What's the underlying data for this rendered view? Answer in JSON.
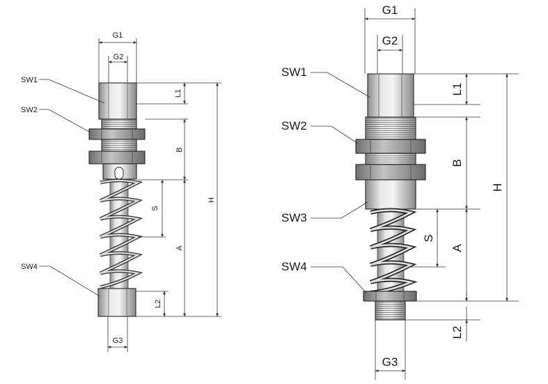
{
  "small_view": {
    "G1": "G1",
    "G2": "G2",
    "G3": "G3",
    "SW1": "SW1",
    "SW2": "SW2",
    "SW4": "SW4",
    "L1": "L1",
    "L2": "L2",
    "B": "B",
    "S": "S",
    "A": "A",
    "H": "H"
  },
  "large_view": {
    "G1": "G1",
    "G2": "G2",
    "G3": "G3",
    "SW1": "SW1",
    "SW2": "SW2",
    "SW3": "SW3",
    "SW4": "SW4",
    "L1": "L1",
    "L2": "L2",
    "B": "B",
    "S": "S",
    "A": "A",
    "H": "H"
  },
  "colors": {
    "metal_light": "#e4e4e4",
    "metal_mid": "#b8b8b8",
    "metal_dark": "#7a7a7a",
    "line": "#222222"
  }
}
